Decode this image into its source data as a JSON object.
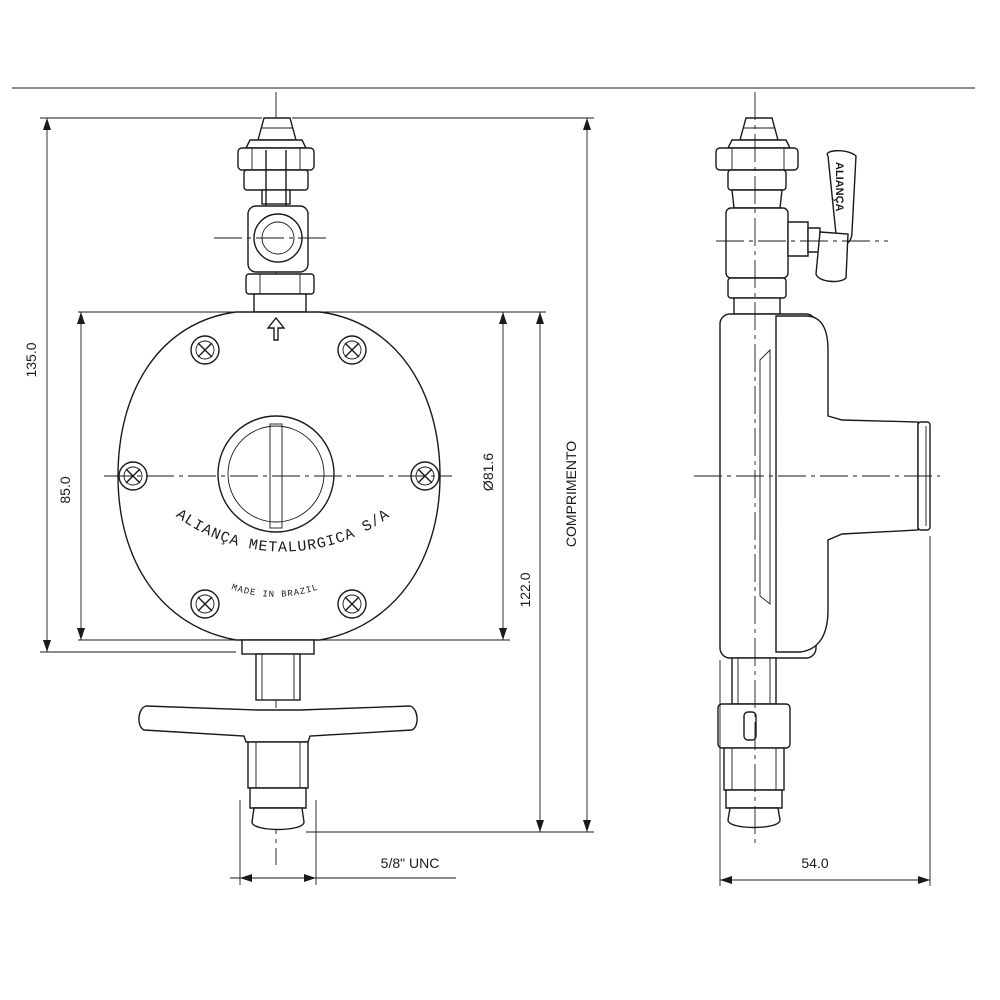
{
  "dimensions": {
    "overall_height": "135.0",
    "body_height": "85.0",
    "body_diameter": "Ø81.6",
    "inlet_to_outlet": "122.0",
    "length_label": "COMPRIMENTO",
    "thread": "5/8\" UNC",
    "side_width": "54.0"
  },
  "markings": {
    "manufacturer": "ALIANÇA METALURGICA S/A",
    "origin": "MADE IN BRAZIL",
    "lever_brand": "ALIANÇA"
  },
  "colors": {
    "line": "#1a1a1a",
    "background": "#ffffff"
  }
}
